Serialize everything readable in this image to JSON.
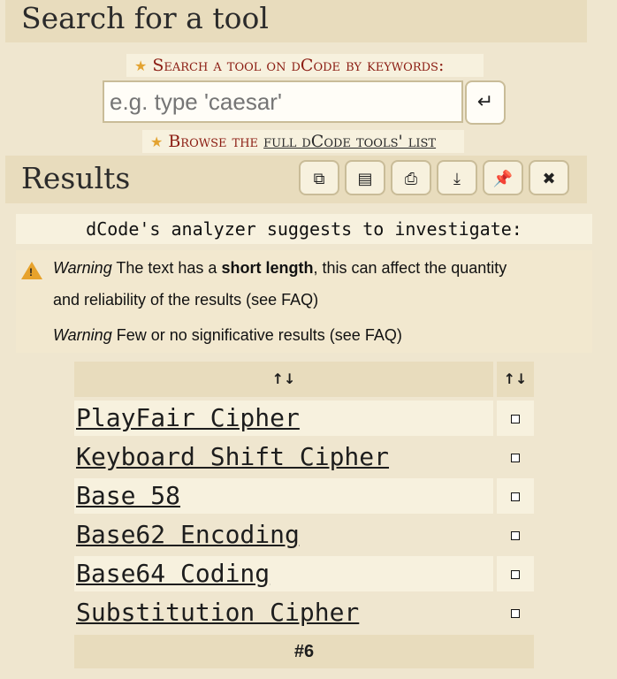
{
  "search": {
    "title": "Search for a tool",
    "keywords_label": "Search a tool on dCode by keywords:",
    "placeholder": "e.g. type 'caesar'",
    "enter_glyph": "↵",
    "browse_prefix": "Browse the",
    "browse_link": "full dCode tools' list"
  },
  "results": {
    "title": "Results",
    "toolbar": [
      {
        "icon": "copy-icon",
        "glyph": "⧉"
      },
      {
        "icon": "scroll-icon",
        "glyph": "▤"
      },
      {
        "icon": "print-icon",
        "glyph": "⎙"
      },
      {
        "icon": "download-icon",
        "glyph": "⤓"
      },
      {
        "icon": "pin-icon",
        "glyph": "📌"
      },
      {
        "icon": "close-icon",
        "glyph": "✖"
      }
    ],
    "analyzer": "dCode's analyzer suggests to investigate:",
    "warnings": {
      "w1_label": "Warning",
      "w1_pre": " The text has a ",
      "w1_bold": "short length",
      "w1_post": ", this can affect the quantity",
      "w1_line2": "and reliability of the results (see FAQ)",
      "w2_label": "Warning",
      "w2_text": " Few or no significative results (see FAQ)"
    },
    "table": {
      "sort_glyph": "↑↓",
      "rows": [
        {
          "name": "PlayFair Cipher"
        },
        {
          "name": "Keyboard Shift Cipher"
        },
        {
          "name": "Base 58"
        },
        {
          "name": "Base62 Encoding"
        },
        {
          "name": "Base64 Coding"
        },
        {
          "name": "Substitution Cipher"
        }
      ],
      "footer": "#6"
    }
  },
  "colors": {
    "background": "#efe6cf",
    "header": "#e8dcbd",
    "accent_red": "#8b1c12",
    "star": "#e3a331"
  }
}
